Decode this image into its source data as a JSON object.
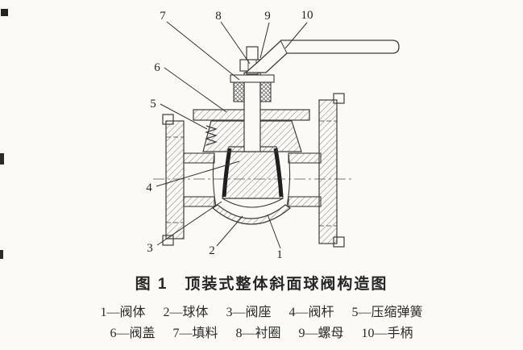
{
  "figure": {
    "caption": "图 1　顶装式整体斜面球阀构造图"
  },
  "legend": {
    "items": [
      {
        "label": "1—阀体"
      },
      {
        "label": "2—球体"
      },
      {
        "label": "3—阀座"
      },
      {
        "label": "4—阀杆"
      },
      {
        "label": "5—压缩弹簧"
      },
      {
        "label": "6—阀盖"
      },
      {
        "label": "7—填料"
      },
      {
        "label": "8—衬圈"
      },
      {
        "label": "9—螺母"
      },
      {
        "label": "10—手柄"
      }
    ]
  },
  "callouts": [
    {
      "label": "1"
    },
    {
      "label": "2"
    },
    {
      "label": "3"
    },
    {
      "label": "4"
    },
    {
      "label": "5"
    },
    {
      "label": "6"
    },
    {
      "label": "7"
    },
    {
      "label": "8"
    },
    {
      "label": "9"
    },
    {
      "label": "10"
    }
  ],
  "colors": {
    "ink": "#3c3c3c",
    "paper": "#fbfaf6"
  }
}
